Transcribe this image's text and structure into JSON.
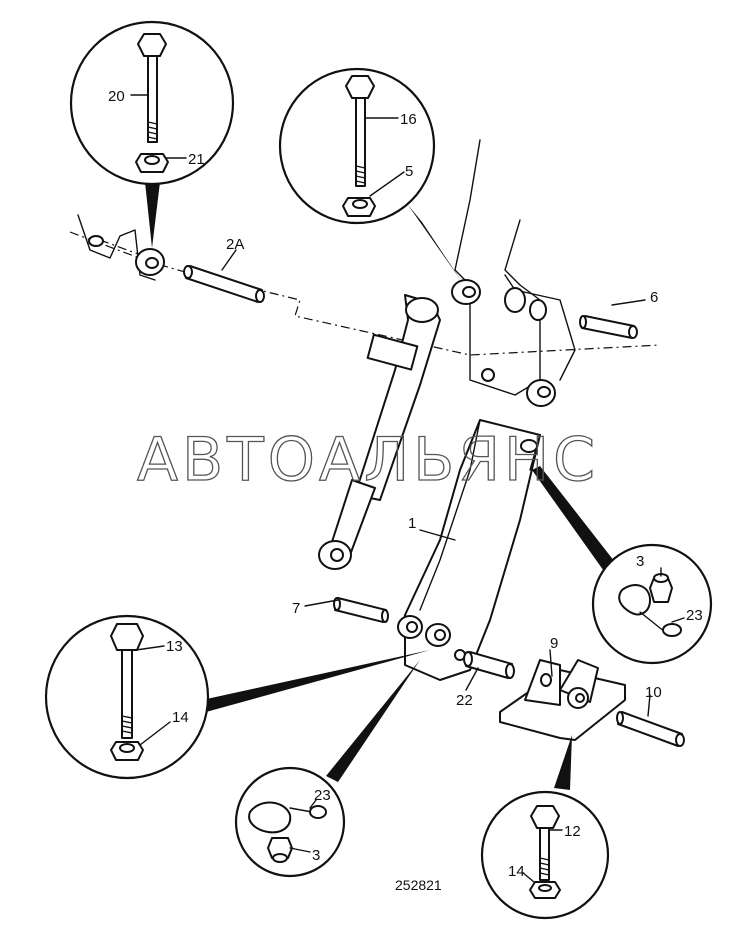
{
  "watermark": "АВТОАЛЬЯНС",
  "drawing_number": "252821",
  "part_labels": {
    "p1": "1",
    "p2a": "2A",
    "p3_upper": "3",
    "p3_lower": "3",
    "p5": "5",
    "p6": "6",
    "p7": "7",
    "p9": "9",
    "p10": "10",
    "p12": "12",
    "p13": "13",
    "p14_left": "14",
    "p14_right": "14",
    "p16": "16",
    "p20": "20",
    "p21": "21",
    "p22": "22",
    "p23_upper": "23",
    "p23_lower": "23"
  },
  "icons": [
    "bolt-icon",
    "nut-icon",
    "grease-nipple-icon",
    "pin-icon",
    "hydraulic-ram-icon",
    "lever-arm-icon",
    "bracket-icon"
  ]
}
